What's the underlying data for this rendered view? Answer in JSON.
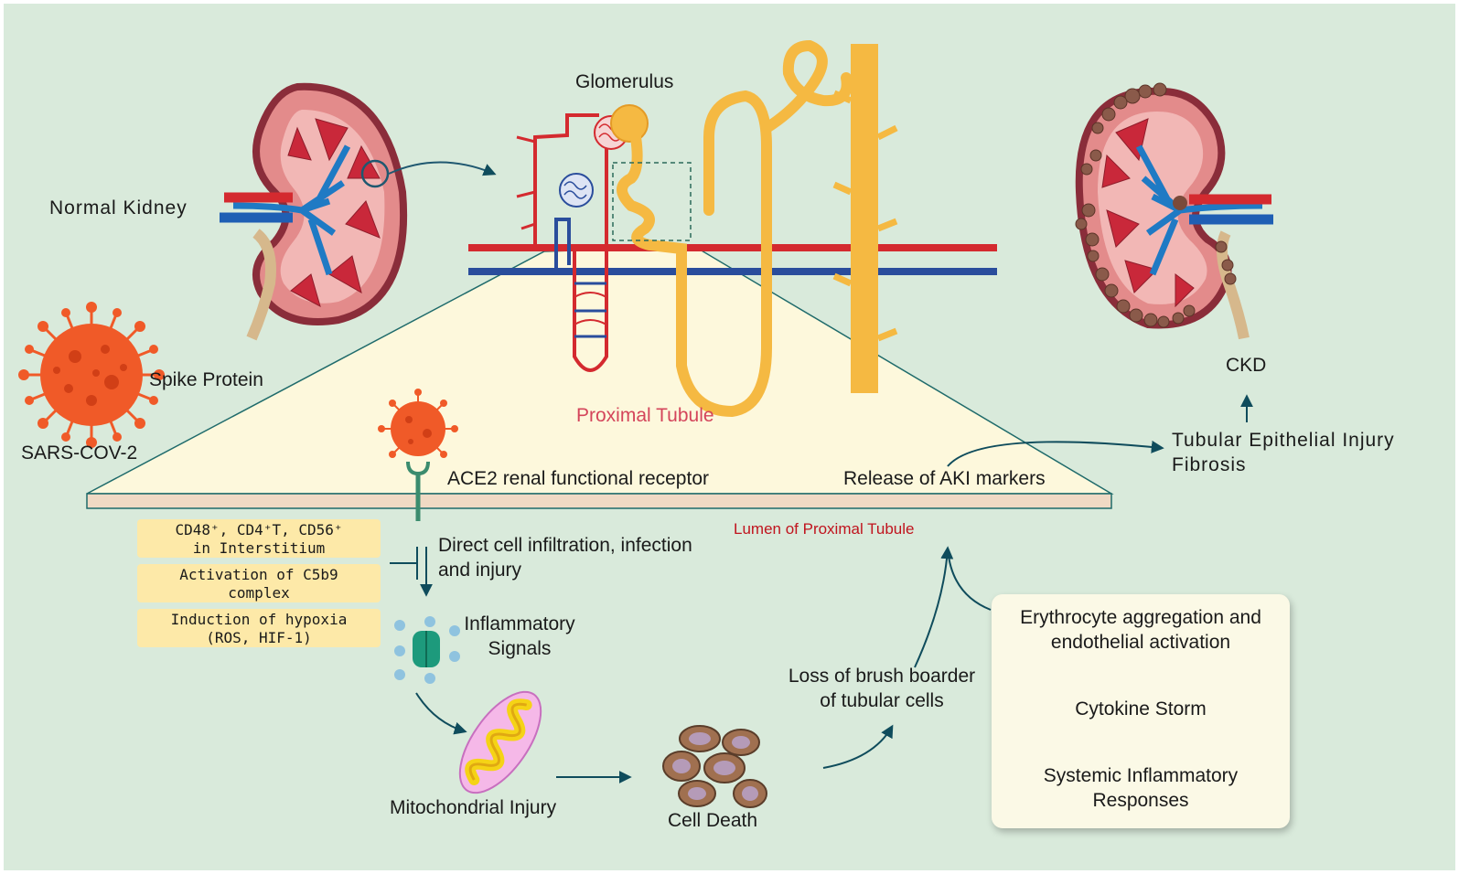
{
  "labels": {
    "glomerulus": "Glomerulus",
    "normal_kidney": "Normal Kidney",
    "spike_protein": "Spike Protein",
    "sars_cov2": "SARS-COV-2",
    "proximal_tubule": "Proximal Tubule",
    "ace2": "ACE2 renal functional receptor",
    "release_aki": "Release of AKI markers",
    "lumen": "Lumen of Proximal Tubule",
    "ckd": "CKD",
    "tubular_injury_line1": "Tubular Epithelial Injury",
    "tubular_injury_line2": "Fibrosis",
    "direct_infiltration_line1": "Direct cell infiltration, infection",
    "direct_infiltration_line2": "and injury",
    "inflammatory_line1": "Inflammatory",
    "inflammatory_line2": "Signals",
    "mitochondrial": "Mitochondrial Injury",
    "cell_death": "Cell Death",
    "loss_brush_line1": "Loss of brush boarder",
    "loss_brush_line2": "of tubular cells"
  },
  "boxes": [
    {
      "line1": "CD48⁺, CD4⁺T, CD56⁺",
      "line2": "in Interstitium"
    },
    {
      "line1": "Activation of C5b9",
      "line2": "complex"
    },
    {
      "line1": "Induction of hypoxia",
      "line2": "(ROS, HIF-1)"
    }
  ],
  "panel": {
    "erythrocyte_line1": "Erythrocyte aggregation and",
    "erythrocyte_line2": "endothelial activation",
    "cytokine": "Cytokine Storm",
    "systemic_line1": "Systemic Inflammatory",
    "systemic_line2": "Responses"
  },
  "colors": {
    "background": "#d9eadb",
    "artery": "#d42a2f",
    "vein": "#2a4d9c",
    "tubule": "#f5b942",
    "arrow": "#0f4c5c",
    "virus": "#f05a28",
    "zoom_fill": "#fdf8dc"
  }
}
